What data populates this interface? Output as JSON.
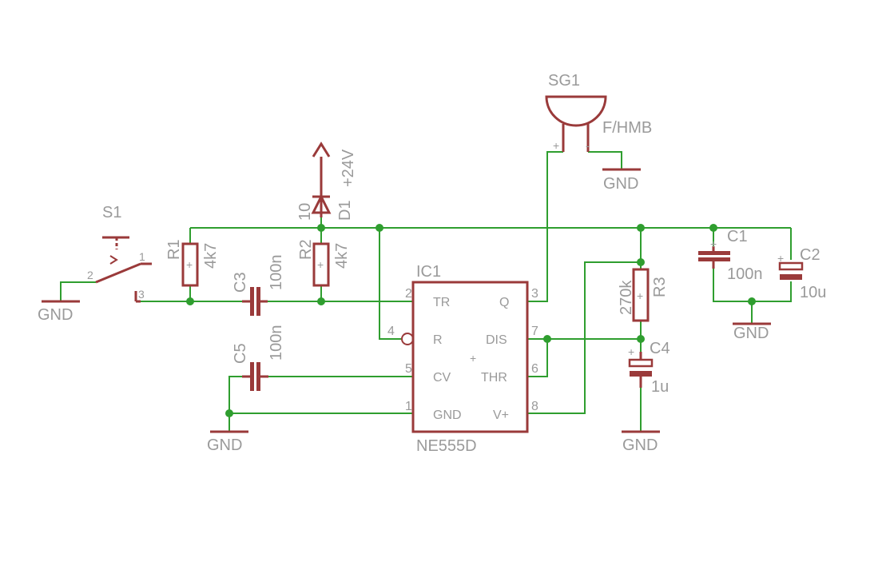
{
  "colors": {
    "wire": "#2f9e2f",
    "component": "#9a3a3a",
    "text": "#9a9a9a",
    "background": "#ffffff"
  },
  "gnd_label": "GND",
  "supply": {
    "label": "+24V"
  },
  "switch": {
    "name": "S1",
    "pins": [
      "1",
      "2",
      "3"
    ]
  },
  "r1": {
    "name": "R1",
    "value": "4k7"
  },
  "r2": {
    "name": "R2",
    "value": "4k7"
  },
  "r3": {
    "name": "R3",
    "value": "270k"
  },
  "c1": {
    "name": "C1",
    "value": "100n"
  },
  "c2": {
    "name": "C2",
    "value": "10u"
  },
  "c3": {
    "name": "C3",
    "value": "100n"
  },
  "c4": {
    "name": "C4",
    "value": "1u"
  },
  "c5": {
    "name": "C5",
    "value": "100n"
  },
  "d1": {
    "name": "D1",
    "value": "10"
  },
  "buzzer": {
    "name": "SG1",
    "value": "F/HMB",
    "plus": "+",
    "minus": "-"
  },
  "polarity": "+",
  "ic": {
    "name": "IC1",
    "value": "NE555D",
    "left_pins": [
      {
        "num": "2",
        "label": "TR"
      },
      {
        "num": "4",
        "label": "R"
      },
      {
        "num": "5",
        "label": "CV"
      },
      {
        "num": "1",
        "label": "GND"
      }
    ],
    "right_pins": [
      {
        "num": "3",
        "label": "Q"
      },
      {
        "num": "7",
        "label": "DIS"
      },
      {
        "num": "6",
        "label": "THR"
      },
      {
        "num": "8",
        "label": "V+"
      }
    ]
  }
}
